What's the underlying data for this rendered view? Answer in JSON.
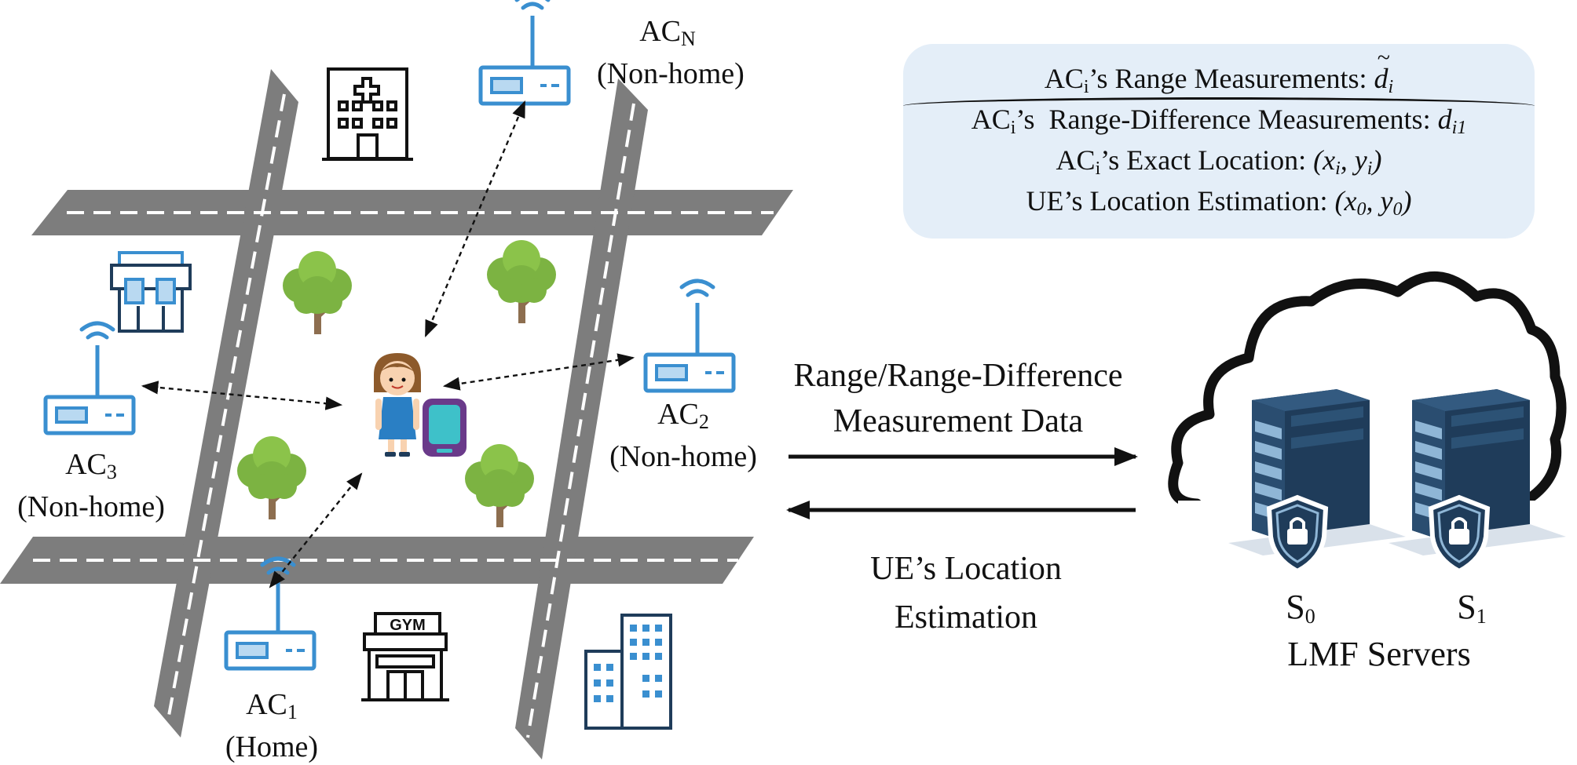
{
  "legend": {
    "line1_prefix": "AC",
    "line1_sub": "i",
    "line1_text": "’s Range Measurements: ",
    "line1_math": "d",
    "line1_math_sub": "i",
    "line2_prefix": "AC",
    "line2_sub": "i",
    "line2_text": "’s  Range-Difference Measurements: ",
    "line2_math": "d",
    "line2_math_sub": "i1",
    "line3_prefix": "AC",
    "line3_sub": "i",
    "line3_text": "’s Exact Location: ",
    "line3_math": "(x",
    "line3_math_sub1": "i",
    "line3_math_mid": ", y",
    "line3_math_sub2": "i",
    "line3_math_end": ")",
    "line4_text": "UE’s Location Estimation: ",
    "line4_math": "(x",
    "line4_math_sub1": "0",
    "line4_math_mid": ", y",
    "line4_math_sub2": "0",
    "line4_math_end": ")"
  },
  "access_points": {
    "acn": {
      "name": "AC",
      "sub": "N",
      "role": "(Non-home)"
    },
    "ac2": {
      "name": "AC",
      "sub": "2",
      "role": "(Non-home)"
    },
    "ac3": {
      "name": "AC",
      "sub": "3",
      "role": "(Non-home)"
    },
    "ac1": {
      "name": "AC",
      "sub": "1",
      "role": "(Home)"
    }
  },
  "flow": {
    "upload_line1": "Range/Range-Difference",
    "upload_line2": "Measurement Data",
    "download_line1": "UE’s Location",
    "download_line2": "Estimation"
  },
  "servers": {
    "s0_name": "S",
    "s0_sub": "0",
    "s1_name": "S",
    "s1_sub": "1",
    "caption": "LMF Servers"
  },
  "gym_sign": "GYM",
  "colors": {
    "road": "#7d7d7d",
    "router": "#3a8fd0",
    "tree": "#7cb342",
    "trunk": "#8d6e4f",
    "legend_bg": "#e4eef8",
    "server_dark": "#1f3c5a",
    "server_light": "#8fb6d6"
  },
  "icons": [
    "hospital-icon",
    "shop-icon",
    "gym-icon",
    "office-building-icon",
    "router-icon",
    "tree-icon",
    "user-girl-icon",
    "smartphone-icon",
    "cloud-icon",
    "server-icon",
    "shield-lock-icon"
  ]
}
